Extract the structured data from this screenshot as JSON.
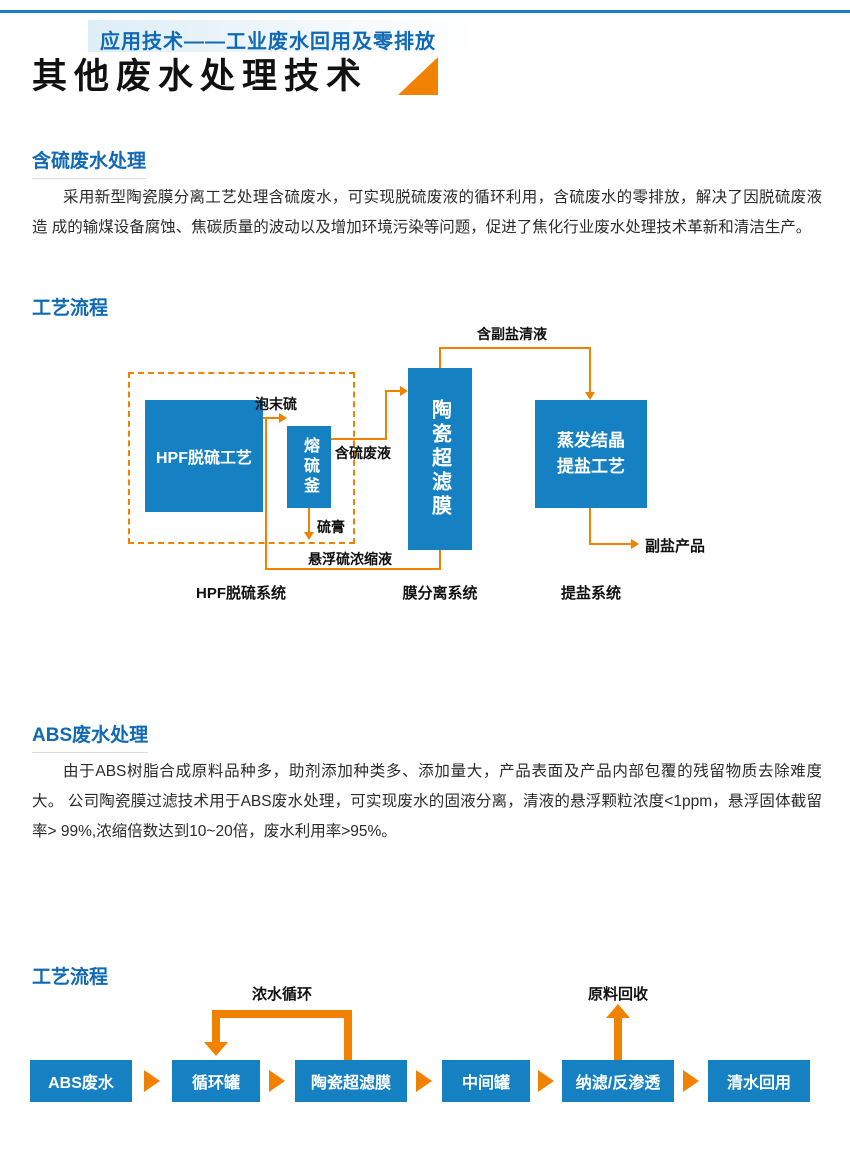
{
  "colors": {
    "blue": "#1581c2",
    "orange": "#f08200",
    "heading_blue": "#1069b4"
  },
  "banner": {
    "text": "应用技术——工业废水回用及零排放"
  },
  "page_title": "其他废水处理技术",
  "sulfur_section": {
    "heading": "含硫废水处理",
    "paragraph": "采用新型陶瓷膜分离工艺处理含硫废水，可实现脱硫废液的循环利用，含硫废水的零排放，解决了因脱硫废液造 成的输煤设备腐蚀、焦碳质量的波动以及增加环境污染等问题，促进了焦化行业废水处理技术革新和清洁生产。",
    "flow_heading": "工艺流程",
    "flow": {
      "hpf_box": "HPF脱硫工艺",
      "kettle_box": "熔硫釜",
      "membrane_box": "陶瓷超滤膜",
      "evap_box_line1": "蒸发结晶",
      "evap_box_line2": "提盐工艺",
      "label_foam_sulfur": "泡末硫",
      "label_sulfur_waste_liquid": "含硫废液",
      "label_sulfur_paste": "硫膏",
      "label_suspended_concentrate": "悬浮硫浓缩液",
      "label_salt_clear_liquid": "含副盐清液",
      "label_salt_product": "副盐产品",
      "caption_hpf": "HPF脱硫系统",
      "caption_membrane": "膜分离系统",
      "caption_salt": "提盐系统"
    }
  },
  "abs_section": {
    "heading": "ABS废水处理",
    "paragraph": "由于ABS树脂合成原料品种多，助剂添加种类多、添加量大，产品表面及产品内部包覆的残留物质去除难度大。 公司陶瓷膜过滤技术用于ABS废水处理，可实现废水的固液分离，清液的悬浮颗粒浓度<1ppm，悬浮固体截留率> 99%,浓缩倍数达到10~20倍，废水利用率>95%。",
    "flow_heading": "工艺流程",
    "flow": {
      "boxes": [
        "ABS废水",
        "循环罐",
        "陶瓷超滤膜",
        "中间罐",
        "纳滤/反渗透",
        "清水回用"
      ],
      "label_concentrate_cycle": "浓水循环",
      "label_material_recovery": "原料回收"
    }
  }
}
